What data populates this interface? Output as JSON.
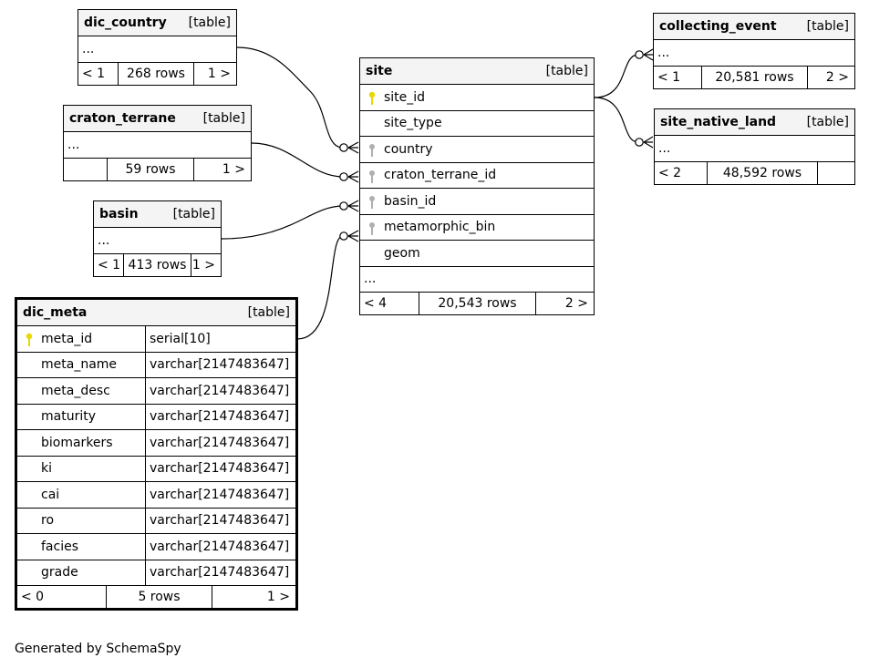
{
  "tables": {
    "dic_country": {
      "name": "dic_country",
      "kind": "[table]",
      "ellipsis": "...",
      "foot": [
        "< 1",
        "268 rows",
        "1 >"
      ]
    },
    "craton_terrane": {
      "name": "craton_terrane",
      "kind": "[table]",
      "ellipsis": "...",
      "foot": [
        "",
        "59 rows",
        "1 >"
      ]
    },
    "basin": {
      "name": "basin",
      "kind": "[table]",
      "ellipsis": "...",
      "foot": [
        "< 1",
        "413 rows",
        "1 >"
      ]
    },
    "site": {
      "name": "site",
      "kind": "[table]",
      "columns": [
        "site_id",
        "site_type",
        "country",
        "craton_terrane_id",
        "basin_id",
        "metamorphic_bin",
        "geom"
      ],
      "ellipsis": "...",
      "foot": [
        "< 4",
        "20,543 rows",
        "2 >"
      ]
    },
    "collecting_event": {
      "name": "collecting_event",
      "kind": "[table]",
      "ellipsis": "...",
      "foot": [
        "< 1",
        "20,581 rows",
        "2 >"
      ]
    },
    "site_native_land": {
      "name": "site_native_land",
      "kind": "[table]",
      "ellipsis": "...",
      "foot": [
        "< 2",
        "48,592 rows",
        ""
      ]
    },
    "dic_meta": {
      "name": "dic_meta",
      "kind": "[table]",
      "columns": [
        {
          "name": "meta_id",
          "type": "serial[10]"
        },
        {
          "name": "meta_name",
          "type": "varchar[2147483647]"
        },
        {
          "name": "meta_desc",
          "type": "varchar[2147483647]"
        },
        {
          "name": "maturity",
          "type": "varchar[2147483647]"
        },
        {
          "name": "biomarkers",
          "type": "varchar[2147483647]"
        },
        {
          "name": "ki",
          "type": "varchar[2147483647]"
        },
        {
          "name": "cai",
          "type": "varchar[2147483647]"
        },
        {
          "name": "ro",
          "type": "varchar[2147483647]"
        },
        {
          "name": "facies",
          "type": "varchar[2147483647]"
        },
        {
          "name": "grade",
          "type": "varchar[2147483647]"
        }
      ],
      "foot": [
        "< 0",
        "5 rows",
        "1 >"
      ]
    }
  },
  "colors": {
    "primary_key": "#e8d800",
    "foreign_key": "#b0b0b0",
    "header_bg": "#f4f4f4"
  },
  "icons": {
    "primary_key": "key-icon",
    "foreign_key": "foreign-key-icon"
  },
  "footer": "Generated by SchemaSpy"
}
